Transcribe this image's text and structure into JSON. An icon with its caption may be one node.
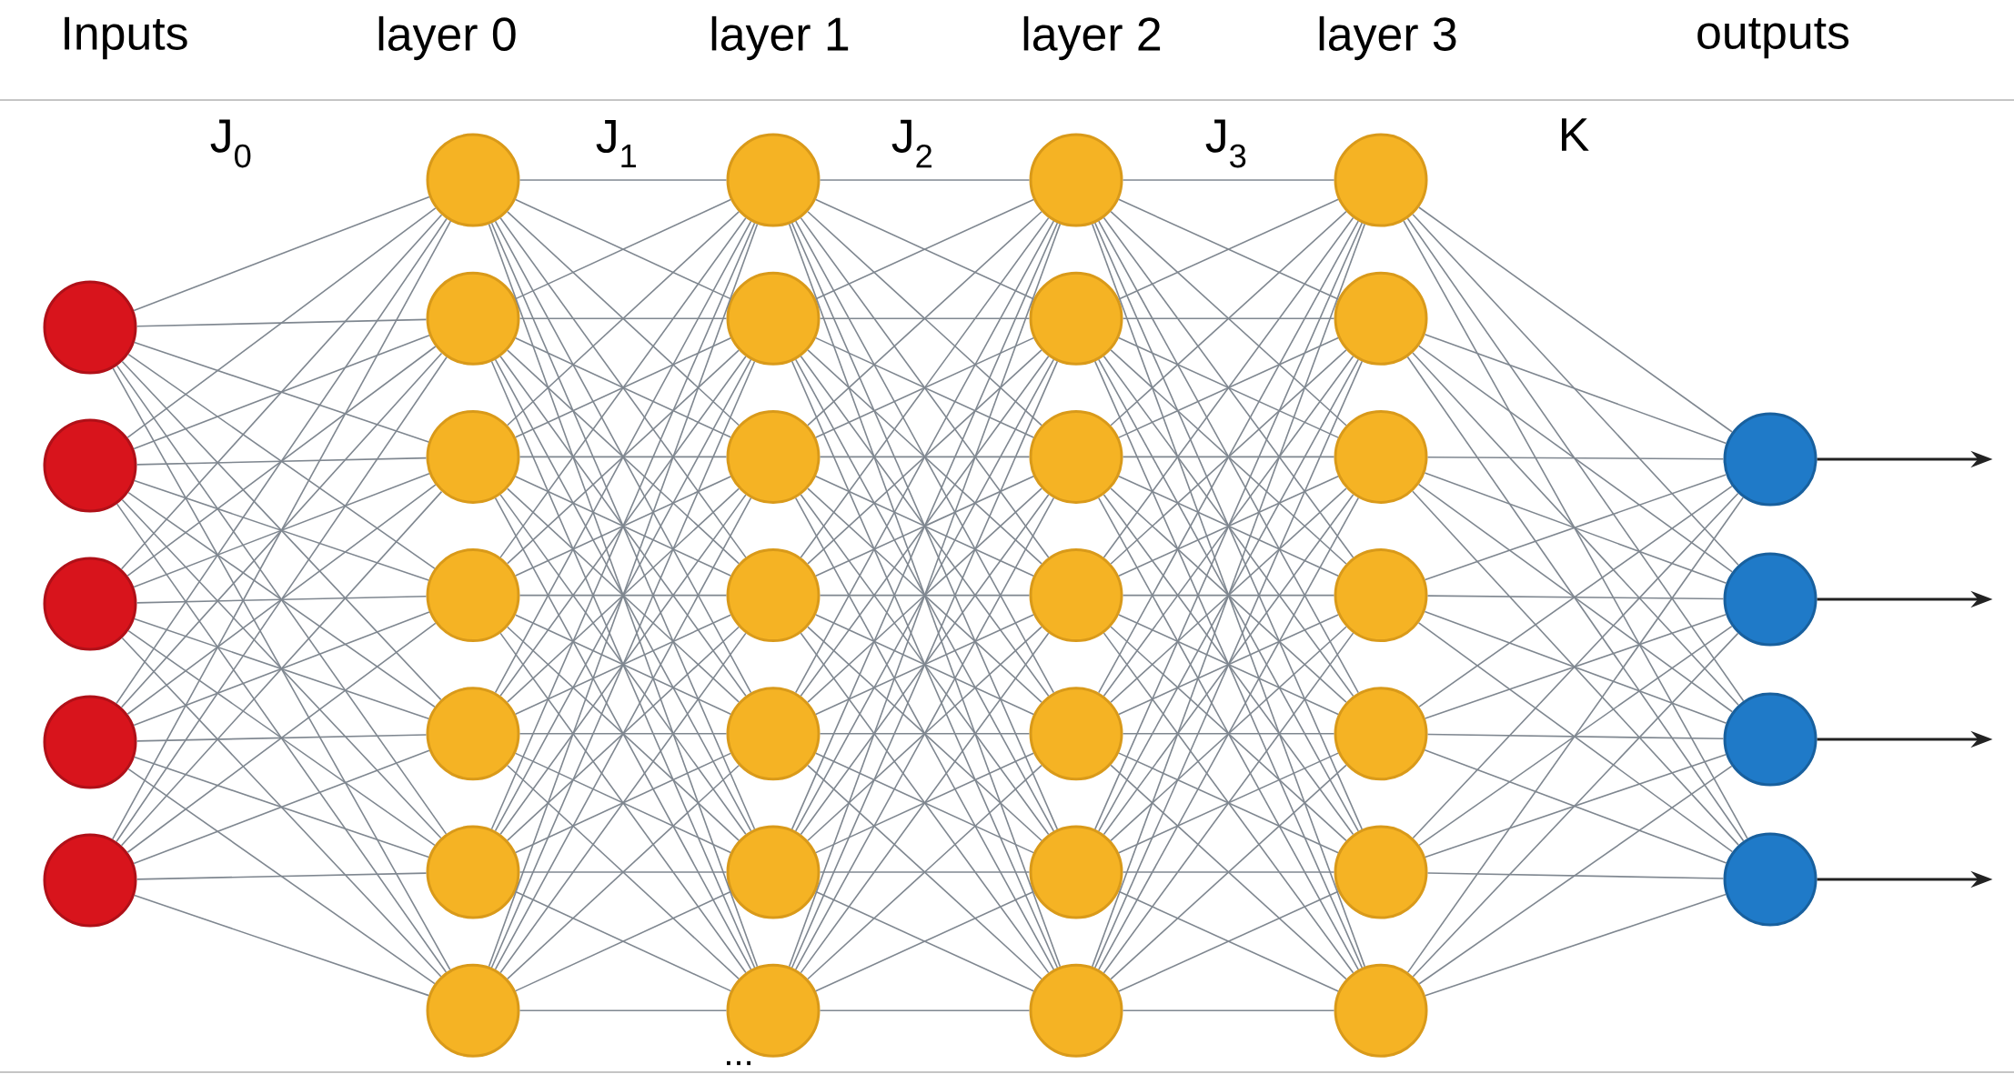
{
  "diagram": {
    "nodes": [
      {
        "text": [],
        "shape": "circle"
      },
      {
        "text": [],
        "shape": "circle"
      },
      {
        "text": [],
        "shape": "circle"
      },
      {
        "text": [],
        "shape": "circle"
      },
      {
        "text": [],
        "shape": "circle"
      },
      {
        "text": [],
        "shape": "circle"
      },
      {
        "text": [],
        "shape": "circle"
      },
      {
        "text": [],
        "shape": "circle"
      },
      {
        "text": [],
        "shape": "circle"
      },
      {
        "text": [],
        "shape": "circle"
      },
      {
        "text": [],
        "shape": "circle"
      },
      {
        "text": [],
        "shape": "circle"
      },
      {
        "text": [],
        "shape": "circle"
      },
      {
        "text": [],
        "shape": "circle"
      },
      {
        "text": [],
        "shape": "circle"
      },
      {
        "text": [],
        "shape": "circle"
      },
      {
        "text": [],
        "shape": "circle"
      },
      {
        "text": [],
        "shape": "circle"
      },
      {
        "text": [],
        "shape": "circle"
      },
      {
        "text": [],
        "shape": "circle"
      },
      {
        "text": [],
        "shape": "circle"
      },
      {
        "text": [],
        "shape": "circle"
      },
      {
        "text": [],
        "shape": "circle"
      },
      {
        "text": [],
        "shape": "circle"
      },
      {
        "text": [],
        "shape": "circle"
      },
      {
        "text": [],
        "shape": "circle"
      },
      {
        "text": [],
        "shape": "circle"
      },
      {
        "text": [],
        "shape": "circle"
      },
      {
        "text": [],
        "shape": "circle"
      },
      {
        "text": [],
        "shape": "circle"
      },
      {
        "text": [],
        "shape": "circle"
      },
      {
        "text": [],
        "shape": "circle"
      },
      {
        "text": [],
        "shape": "circle"
      },
      {
        "text": [],
        "shape": "circle"
      },
      {
        "text": [],
        "shape": "circle"
      },
      {
        "text": [],
        "shape": "circle"
      },
      {
        "text": [],
        "shape": "circle"
      }
    ],
    "edges": [
      {
        "from": 0,
        "to": 5,
        "arrow": "none"
      },
      {
        "from": 0,
        "to": 6,
        "arrow": "none"
      },
      {
        "from": 0,
        "to": 7,
        "arrow": "none"
      },
      {
        "from": 0,
        "to": 8,
        "arrow": "none"
      },
      {
        "from": 0,
        "to": 9,
        "arrow": "none"
      },
      {
        "from": 0,
        "to": 10,
        "arrow": "none"
      },
      {
        "from": 0,
        "to": 11,
        "arrow": "none"
      },
      {
        "from": 1,
        "to": 5,
        "arrow": "none"
      },
      {
        "from": 1,
        "to": 6,
        "arrow": "none"
      },
      {
        "from": 1,
        "to": 7,
        "arrow": "none"
      },
      {
        "from": 1,
        "to": 8,
        "arrow": "none"
      },
      {
        "from": 1,
        "to": 9,
        "arrow": "none"
      },
      {
        "from": 1,
        "to": 10,
        "arrow": "none"
      },
      {
        "from": 1,
        "to": 11,
        "arrow": "none"
      },
      {
        "from": 2,
        "to": 5,
        "arrow": "none"
      },
      {
        "from": 2,
        "to": 6,
        "arrow": "none"
      },
      {
        "from": 2,
        "to": 7,
        "arrow": "none"
      },
      {
        "from": 2,
        "to": 8,
        "arrow": "none"
      },
      {
        "from": 2,
        "to": 9,
        "arrow": "none"
      },
      {
        "from": 2,
        "to": 10,
        "arrow": "none"
      },
      {
        "from": 2,
        "to": 11,
        "arrow": "none"
      },
      {
        "from": 3,
        "to": 5,
        "arrow": "none"
      },
      {
        "from": 3,
        "to": 6,
        "arrow": "none"
      },
      {
        "from": 3,
        "to": 7,
        "arrow": "none"
      },
      {
        "from": 3,
        "to": 8,
        "arrow": "none"
      },
      {
        "from": 3,
        "to": 9,
        "arrow": "none"
      },
      {
        "from": 3,
        "to": 10,
        "arrow": "none"
      },
      {
        "from": 3,
        "to": 11,
        "arrow": "none"
      },
      {
        "from": 4,
        "to": 5,
        "arrow": "none"
      },
      {
        "from": 4,
        "to": 6,
        "arrow": "none"
      },
      {
        "from": 4,
        "to": 7,
        "arrow": "none"
      },
      {
        "from": 4,
        "to": 8,
        "arrow": "none"
      },
      {
        "from": 4,
        "to": 9,
        "arrow": "none"
      },
      {
        "from": 4,
        "to": 10,
        "arrow": "none"
      },
      {
        "from": 4,
        "to": 11,
        "arrow": "none"
      },
      {
        "from": 5,
        "to": 12,
        "arrow": "none"
      },
      {
        "from": 5,
        "to": 13,
        "arrow": "none"
      },
      {
        "from": 5,
        "to": 14,
        "arrow": "none"
      },
      {
        "from": 5,
        "to": 15,
        "arrow": "none"
      },
      {
        "from": 5,
        "to": 16,
        "arrow": "none"
      },
      {
        "from": 5,
        "to": 17,
        "arrow": "none"
      },
      {
        "from": 5,
        "to": 18,
        "arrow": "none"
      },
      {
        "from": 6,
        "to": 12,
        "arrow": "none"
      },
      {
        "from": 6,
        "to": 13,
        "arrow": "none"
      },
      {
        "from": 6,
        "to": 14,
        "arrow": "none"
      },
      {
        "from": 6,
        "to": 15,
        "arrow": "none"
      },
      {
        "from": 6,
        "to": 16,
        "arrow": "none"
      },
      {
        "from": 6,
        "to": 17,
        "arrow": "none"
      },
      {
        "from": 6,
        "to": 18,
        "arrow": "none"
      },
      {
        "from": 7,
        "to": 12,
        "arrow": "none"
      },
      {
        "from": 7,
        "to": 13,
        "arrow": "none"
      },
      {
        "from": 7,
        "to": 14,
        "arrow": "none"
      },
      {
        "from": 7,
        "to": 15,
        "arrow": "none"
      },
      {
        "from": 7,
        "to": 16,
        "arrow": "none"
      },
      {
        "from": 7,
        "to": 17,
        "arrow": "none"
      },
      {
        "from": 7,
        "to": 18,
        "arrow": "none"
      },
      {
        "from": 8,
        "to": 12,
        "arrow": "none"
      },
      {
        "from": 8,
        "to": 13,
        "arrow": "none"
      },
      {
        "from": 8,
        "to": 14,
        "arrow": "none"
      },
      {
        "from": 8,
        "to": 15,
        "arrow": "none"
      },
      {
        "from": 8,
        "to": 16,
        "arrow": "none"
      },
      {
        "from": 8,
        "to": 17,
        "arrow": "none"
      },
      {
        "from": 8,
        "to": 18,
        "arrow": "none"
      },
      {
        "from": 9,
        "to": 12,
        "arrow": "none"
      },
      {
        "from": 9,
        "to": 13,
        "arrow": "none"
      },
      {
        "from": 9,
        "to": 14,
        "arrow": "none"
      },
      {
        "from": 9,
        "to": 15,
        "arrow": "none"
      },
      {
        "from": 9,
        "to": 16,
        "arrow": "none"
      },
      {
        "from": 9,
        "to": 17,
        "arrow": "none"
      },
      {
        "from": 9,
        "to": 18,
        "arrow": "none"
      },
      {
        "from": 10,
        "to": 12,
        "arrow": "none"
      },
      {
        "from": 10,
        "to": 13,
        "arrow": "none"
      },
      {
        "from": 10,
        "to": 14,
        "arrow": "none"
      },
      {
        "from": 10,
        "to": 15,
        "arrow": "none"
      },
      {
        "from": 10,
        "to": 16,
        "arrow": "none"
      },
      {
        "from": 10,
        "to": 17,
        "arrow": "none"
      },
      {
        "from": 10,
        "to": 18,
        "arrow": "none"
      },
      {
        "from": 11,
        "to": 12,
        "arrow": "none"
      },
      {
        "from": 11,
        "to": 13,
        "arrow": "none"
      },
      {
        "from": 11,
        "to": 14,
        "arrow": "none"
      },
      {
        "from": 11,
        "to": 15,
        "arrow": "none"
      },
      {
        "from": 11,
        "to": 16,
        "arrow": "none"
      },
      {
        "from": 11,
        "to": 17,
        "arrow": "none"
      },
      {
        "from": 11,
        "to": 18,
        "arrow": "none"
      },
      {
        "from": 12,
        "to": 19,
        "arrow": "none"
      },
      {
        "from": 12,
        "to": 20,
        "arrow": "none"
      },
      {
        "from": 12,
        "to": 21,
        "arrow": "none"
      },
      {
        "from": 12,
        "to": 22,
        "arrow": "none"
      },
      {
        "from": 12,
        "to": 23,
        "arrow": "none"
      },
      {
        "from": 12,
        "to": 24,
        "arrow": "none"
      },
      {
        "from": 12,
        "to": 25,
        "arrow": "none"
      },
      {
        "from": 13,
        "to": 19,
        "arrow": "none"
      },
      {
        "from": 13,
        "to": 20,
        "arrow": "none"
      },
      {
        "from": 13,
        "to": 21,
        "arrow": "none"
      },
      {
        "from": 13,
        "to": 22,
        "arrow": "none"
      },
      {
        "from": 13,
        "to": 23,
        "arrow": "none"
      },
      {
        "from": 13,
        "to": 24,
        "arrow": "none"
      },
      {
        "from": 13,
        "to": 25,
        "arrow": "none"
      },
      {
        "from": 14,
        "to": 19,
        "arrow": "none"
      },
      {
        "from": 14,
        "to": 20,
        "arrow": "none"
      },
      {
        "from": 14,
        "to": 21,
        "arrow": "none"
      },
      {
        "from": 14,
        "to": 22,
        "arrow": "none"
      },
      {
        "from": 14,
        "to": 23,
        "arrow": "none"
      },
      {
        "from": 14,
        "to": 24,
        "arrow": "none"
      },
      {
        "from": 14,
        "to": 25,
        "arrow": "none"
      },
      {
        "from": 15,
        "to": 19,
        "arrow": "none"
      },
      {
        "from": 15,
        "to": 20,
        "arrow": "none"
      },
      {
        "from": 15,
        "to": 21,
        "arrow": "none"
      },
      {
        "from": 15,
        "to": 22,
        "arrow": "none"
      },
      {
        "from": 15,
        "to": 23,
        "arrow": "none"
      },
      {
        "from": 15,
        "to": 24,
        "arrow": "none"
      },
      {
        "from": 15,
        "to": 25,
        "arrow": "none"
      },
      {
        "from": 16,
        "to": 19,
        "arrow": "none"
      },
      {
        "from": 16,
        "to": 20,
        "arrow": "none"
      },
      {
        "from": 16,
        "to": 21,
        "arrow": "none"
      },
      {
        "from": 16,
        "to": 22,
        "arrow": "none"
      },
      {
        "from": 16,
        "to": 23,
        "arrow": "none"
      },
      {
        "from": 16,
        "to": 24,
        "arrow": "none"
      },
      {
        "from": 16,
        "to": 25,
        "arrow": "none"
      },
      {
        "from": 17,
        "to": 19,
        "arrow": "none"
      },
      {
        "from": 17,
        "to": 20,
        "arrow": "none"
      },
      {
        "from": 17,
        "to": 21,
        "arrow": "none"
      },
      {
        "from": 17,
        "to": 22,
        "arrow": "none"
      },
      {
        "from": 17,
        "to": 23,
        "arrow": "none"
      },
      {
        "from": 17,
        "to": 24,
        "arrow": "none"
      },
      {
        "from": 17,
        "to": 25,
        "arrow": "none"
      },
      {
        "from": 18,
        "to": 19,
        "arrow": "none"
      },
      {
        "from": 18,
        "to": 20,
        "arrow": "none"
      },
      {
        "from": 18,
        "to": 21,
        "arrow": "none"
      },
      {
        "from": 18,
        "to": 22,
        "arrow": "none"
      },
      {
        "from": 18,
        "to": 23,
        "arrow": "none"
      },
      {
        "from": 18,
        "to": 24,
        "arrow": "none"
      },
      {
        "from": 18,
        "to": 25,
        "arrow": "none"
      },
      {
        "from": 19,
        "to": 26,
        "arrow": "none"
      },
      {
        "from": 19,
        "to": 27,
        "arrow": "none"
      },
      {
        "from": 19,
        "to": 28,
        "arrow": "none"
      },
      {
        "from": 19,
        "to": 29,
        "arrow": "none"
      },
      {
        "from": 19,
        "to": 30,
        "arrow": "none"
      },
      {
        "from": 19,
        "to": 31,
        "arrow": "none"
      },
      {
        "from": 19,
        "to": 32,
        "arrow": "none"
      },
      {
        "from": 20,
        "to": 26,
        "arrow": "none"
      },
      {
        "from": 20,
        "to": 27,
        "arrow": "none"
      },
      {
        "from": 20,
        "to": 28,
        "arrow": "none"
      },
      {
        "from": 20,
        "to": 29,
        "arrow": "none"
      },
      {
        "from": 20,
        "to": 30,
        "arrow": "none"
      },
      {
        "from": 20,
        "to": 31,
        "arrow": "none"
      },
      {
        "from": 20,
        "to": 32,
        "arrow": "none"
      },
      {
        "from": 21,
        "to": 26,
        "arrow": "none"
      },
      {
        "from": 21,
        "to": 27,
        "arrow": "none"
      },
      {
        "from": 21,
        "to": 28,
        "arrow": "none"
      },
      {
        "from": 21,
        "to": 29,
        "arrow": "none"
      },
      {
        "from": 21,
        "to": 30,
        "arrow": "none"
      },
      {
        "from": 21,
        "to": 31,
        "arrow": "none"
      },
      {
        "from": 21,
        "to": 32,
        "arrow": "none"
      },
      {
        "from": 22,
        "to": 26,
        "arrow": "none"
      },
      {
        "from": 22,
        "to": 27,
        "arrow": "none"
      },
      {
        "from": 22,
        "to": 28,
        "arrow": "none"
      },
      {
        "from": 22,
        "to": 29,
        "arrow": "none"
      },
      {
        "from": 22,
        "to": 30,
        "arrow": "none"
      },
      {
        "from": 22,
        "to": 31,
        "arrow": "none"
      },
      {
        "from": 22,
        "to": 32,
        "arrow": "none"
      },
      {
        "from": 23,
        "to": 26,
        "arrow": "none"
      },
      {
        "from": 23,
        "to": 27,
        "arrow": "none"
      },
      {
        "from": 23,
        "to": 28,
        "arrow": "none"
      },
      {
        "from": 23,
        "to": 29,
        "arrow": "none"
      },
      {
        "from": 23,
        "to": 30,
        "arrow": "none"
      },
      {
        "from": 23,
        "to": 31,
        "arrow": "none"
      },
      {
        "from": 23,
        "to": 32,
        "arrow": "none"
      },
      {
        "from": 24,
        "to": 26,
        "arrow": "none"
      },
      {
        "from": 24,
        "to": 27,
        "arrow": "none"
      },
      {
        "from": 24,
        "to": 28,
        "arrow": "none"
      },
      {
        "from": 24,
        "to": 29,
        "arrow": "none"
      },
      {
        "from": 24,
        "to": 30,
        "arrow": "none"
      },
      {
        "from": 24,
        "to": 31,
        "arrow": "none"
      },
      {
        "from": 24,
        "to": 32,
        "arrow": "none"
      },
      {
        "from": 25,
        "to": 26,
        "arrow": "none"
      },
      {
        "from": 25,
        "to": 27,
        "arrow": "none"
      },
      {
        "from": 25,
        "to": 28,
        "arrow": "none"
      },
      {
        "from": 25,
        "to": 29,
        "arrow": "none"
      },
      {
        "from": 25,
        "to": 30,
        "arrow": "none"
      },
      {
        "from": 25,
        "to": 31,
        "arrow": "none"
      },
      {
        "from": 25,
        "to": 32,
        "arrow": "none"
      },
      {
        "from": 26,
        "to": 33,
        "arrow": "none"
      },
      {
        "from": 26,
        "to": 34,
        "arrow": "none"
      },
      {
        "from": 26,
        "to": 35,
        "arrow": "none"
      },
      {
        "from": 26,
        "to": 36,
        "arrow": "none"
      },
      {
        "from": 27,
        "to": 33,
        "arrow": "none"
      },
      {
        "from": 27,
        "to": 34,
        "arrow": "none"
      },
      {
        "from": 27,
        "to": 35,
        "arrow": "none"
      },
      {
        "from": 27,
        "to": 36,
        "arrow": "none"
      },
      {
        "from": 28,
        "to": 33,
        "arrow": "none"
      },
      {
        "from": 28,
        "to": 34,
        "arrow": "none"
      },
      {
        "from": 28,
        "to": 35,
        "arrow": "none"
      },
      {
        "from": 28,
        "to": 36,
        "arrow": "none"
      },
      {
        "from": 29,
        "to": 33,
        "arrow": "none"
      },
      {
        "from": 29,
        "to": 34,
        "arrow": "none"
      },
      {
        "from": 29,
        "to": 35,
        "arrow": "none"
      },
      {
        "from": 29,
        "to": 36,
        "arrow": "none"
      },
      {
        "from": 30,
        "to": 33,
        "arrow": "none"
      },
      {
        "from": 30,
        "to": 34,
        "arrow": "none"
      },
      {
        "from": 30,
        "to": 35,
        "arrow": "none"
      },
      {
        "from": 30,
        "to": 36,
        "arrow": "none"
      },
      {
        "from": 31,
        "to": 33,
        "arrow": "none"
      },
      {
        "from": 31,
        "to": 34,
        "arrow": "none"
      },
      {
        "from": 31,
        "to": 35,
        "arrow": "none"
      },
      {
        "from": 31,
        "to": 36,
        "arrow": "none"
      },
      {
        "from": 32,
        "to": 33,
        "arrow": "none"
      },
      {
        "from": 32,
        "to": 34,
        "arrow": "none"
      },
      {
        "from": 32,
        "to": 35,
        "arrow": "none"
      },
      {
        "from": 32,
        "to": 36,
        "arrow": "none"
      },
      {
        "from": 33,
        "to": null,
        "arrow": "to",
        "color": "#222222"
      },
      {
        "from": 34,
        "to": null,
        "arrow": "to",
        "color": "#222222"
      },
      {
        "from": 35,
        "to": null,
        "arrow": "to",
        "color": "#222222"
      },
      {
        "from": 36,
        "to": null,
        "arrow": "to",
        "color": "#222222"
      }
    ],
    "labels": [
      "Inputs",
      "layer 0",
      "layer 1",
      "layer 2",
      "layer 3",
      "outputs",
      "J$_{0}$",
      "J$_{1}$",
      "J$_{2}$",
      "J$_{3}$",
      "K",
      "..."
    ]
  }
}
